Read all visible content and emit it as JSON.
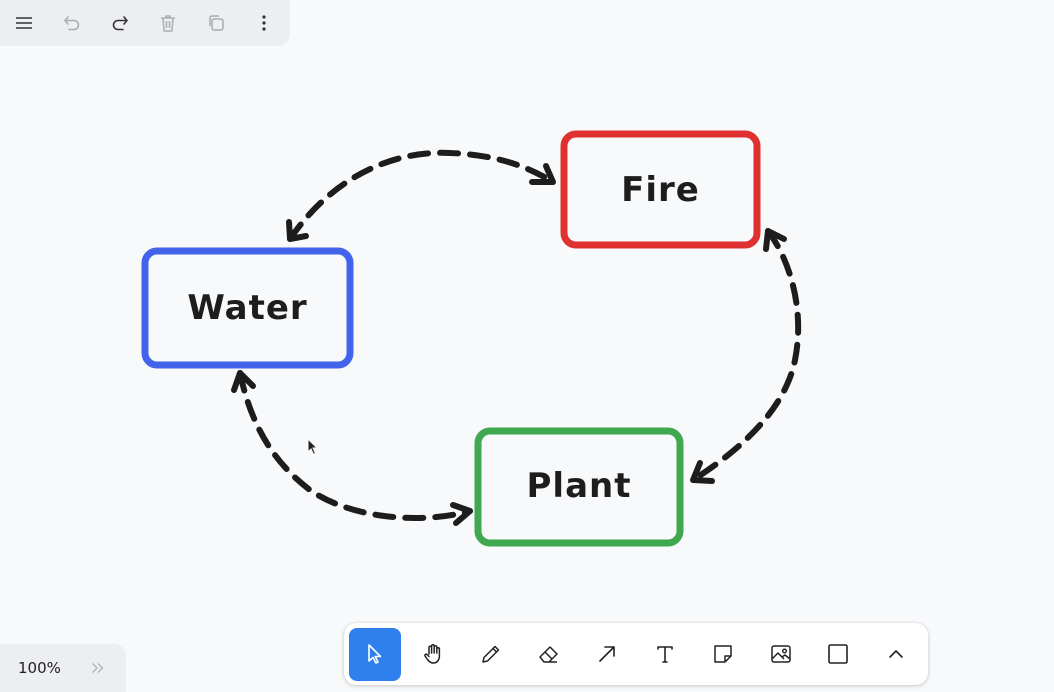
{
  "menu": {
    "items": [
      {
        "name": "main-menu-button",
        "icon": "menu-icon",
        "enabled": true
      },
      {
        "name": "undo-button",
        "icon": "undo-icon",
        "enabled": false
      },
      {
        "name": "redo-button",
        "icon": "redo-icon",
        "enabled": true
      },
      {
        "name": "delete-button",
        "icon": "trash-icon",
        "enabled": false
      },
      {
        "name": "duplicate-button",
        "icon": "duplicate-icon",
        "enabled": false
      },
      {
        "name": "more-button",
        "icon": "more-vertical-icon",
        "enabled": true
      }
    ]
  },
  "canvas": {
    "shapes": [
      {
        "name": "fire-box",
        "label": "Fire",
        "color": "#e03131"
      },
      {
        "name": "water-box",
        "label": "Water",
        "color": "#4263eb"
      },
      {
        "name": "plant-box",
        "label": "Plant",
        "color": "#40a84e"
      }
    ],
    "arrow_color": "#1d1d1d",
    "arrows": [
      {
        "name": "arrow-water-fire",
        "from": "Water",
        "to": "Fire"
      },
      {
        "name": "arrow-fire-plant",
        "from": "Fire",
        "to": "Plant"
      },
      {
        "name": "arrow-plant-water",
        "from": "Plant",
        "to": "Water"
      }
    ]
  },
  "zoom": {
    "value": "100%",
    "expand_icon": "chevrons-right-icon"
  },
  "toolbar": {
    "active_tool": "select",
    "active_color": "#2f80ed",
    "tools": [
      {
        "id": "select",
        "icon": "cursor-icon"
      },
      {
        "id": "hand",
        "icon": "hand-icon"
      },
      {
        "id": "draw",
        "icon": "pencil-icon"
      },
      {
        "id": "eraser",
        "icon": "eraser-icon"
      },
      {
        "id": "arrow",
        "icon": "arrow-icon"
      },
      {
        "id": "text",
        "icon": "text-icon"
      },
      {
        "id": "note",
        "icon": "sticky-note-icon"
      },
      {
        "id": "media",
        "icon": "image-icon"
      },
      {
        "id": "rectangle",
        "icon": "rectangle-icon"
      },
      {
        "id": "more",
        "icon": "chevron-up-icon"
      }
    ]
  }
}
